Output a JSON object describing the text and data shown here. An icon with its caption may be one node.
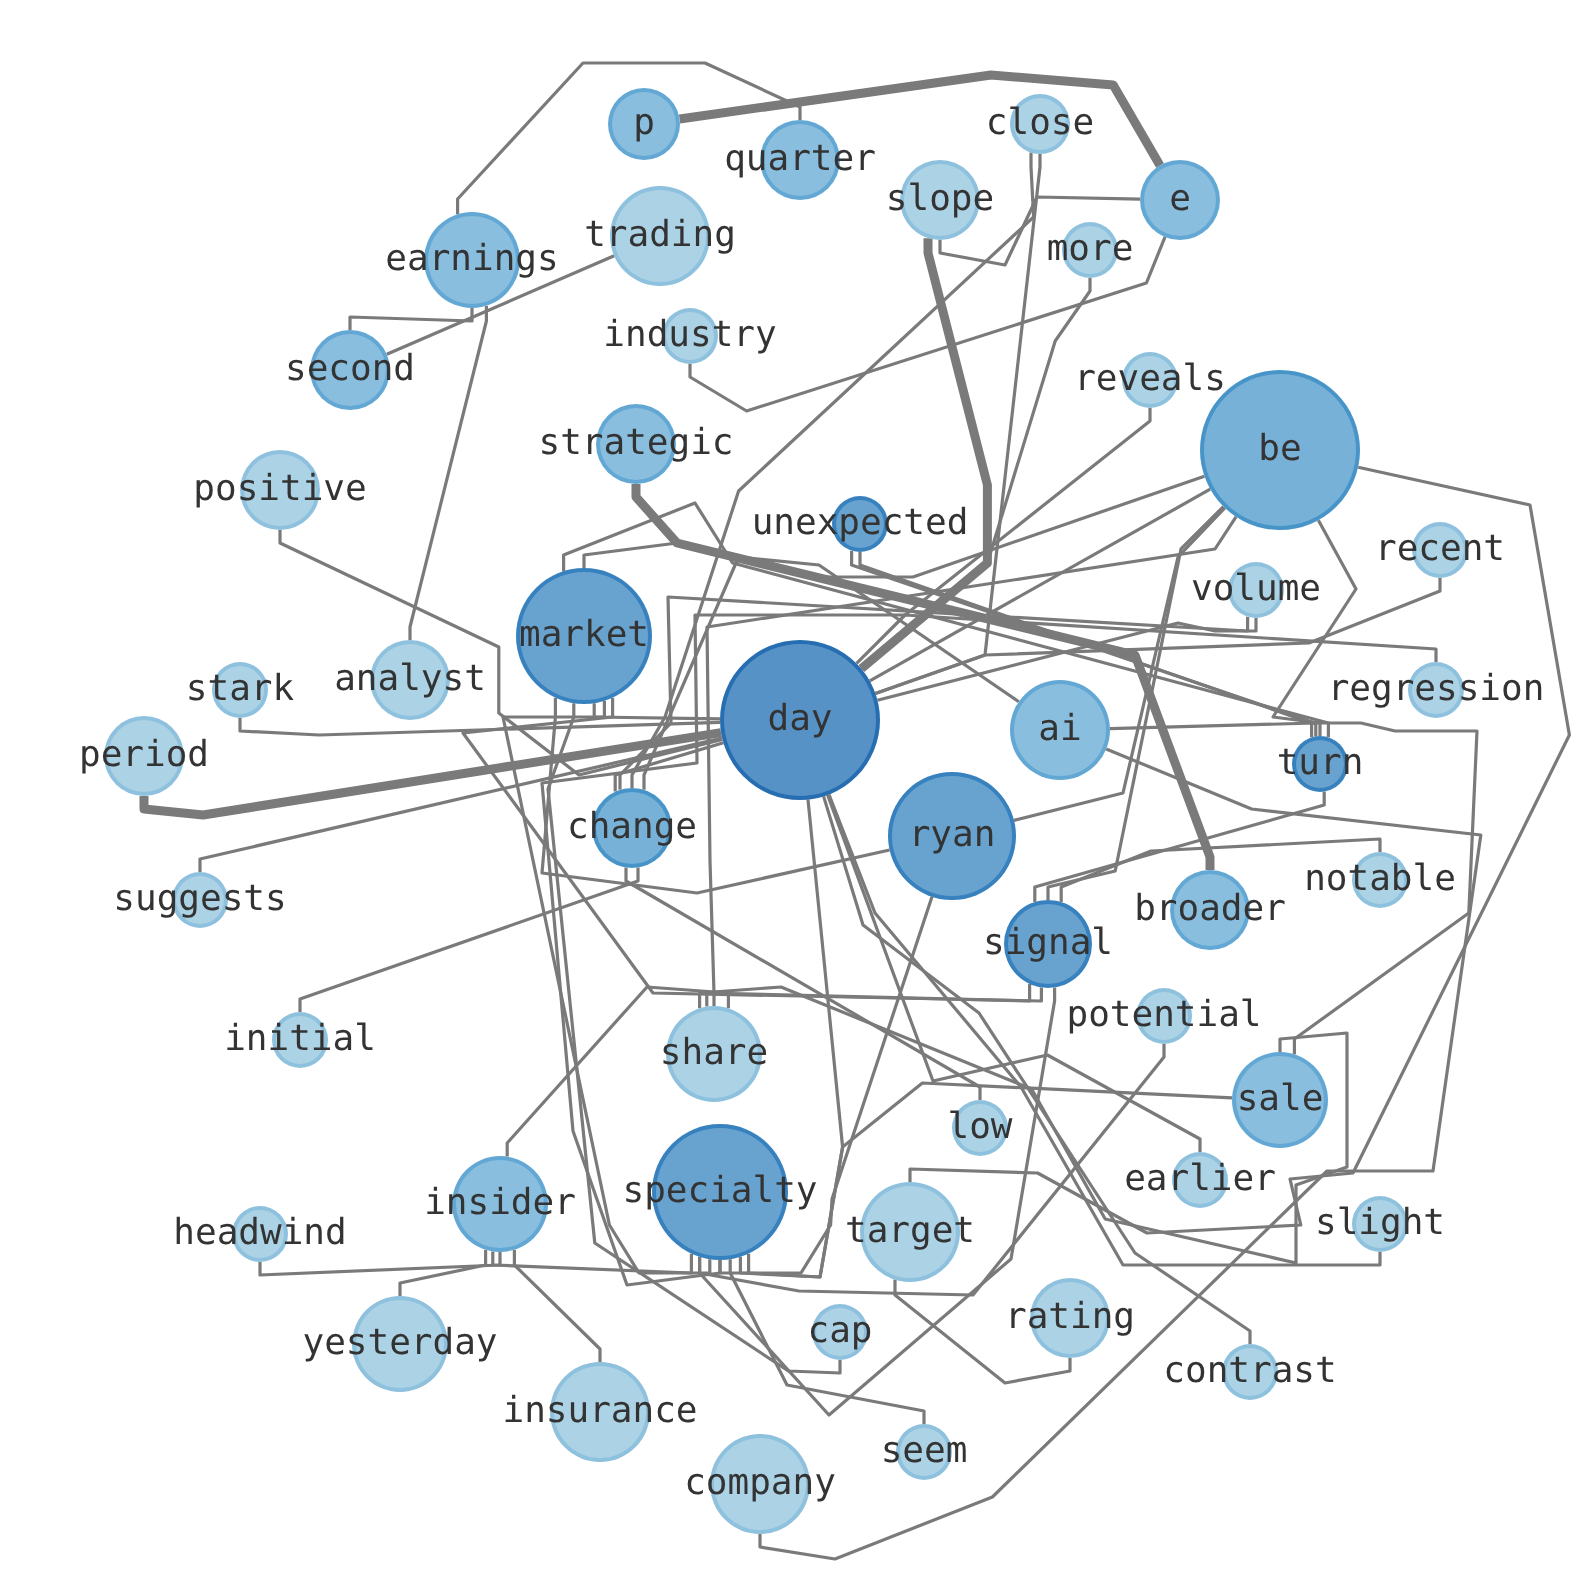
{
  "diagram": {
    "nodes": [
      {
        "text": [
          "p"
        ]
      },
      {
        "text": [
          "close"
        ]
      },
      {
        "text": [
          "quarter"
        ]
      },
      {
        "text": [
          "slope"
        ]
      },
      {
        "text": [
          "e"
        ]
      },
      {
        "text": [
          "trading"
        ]
      },
      {
        "text": [
          "more"
        ]
      },
      {
        "text": [
          "earnings"
        ]
      },
      {
        "text": [
          "industry"
        ]
      },
      {
        "text": [
          "second"
        ]
      },
      {
        "text": [
          "reveals"
        ]
      },
      {
        "text": [
          "strategic"
        ]
      },
      {
        "text": [
          "be"
        ]
      },
      {
        "text": [
          "positive"
        ]
      },
      {
        "text": [
          "unexpected"
        ]
      },
      {
        "text": [
          "recent"
        ]
      },
      {
        "text": [
          "volume"
        ]
      },
      {
        "text": [
          "market"
        ]
      },
      {
        "text": [
          "analyst"
        ]
      },
      {
        "text": [
          "stark"
        ]
      },
      {
        "text": [
          "regression"
        ]
      },
      {
        "text": [
          "day"
        ]
      },
      {
        "text": [
          "ai"
        ]
      },
      {
        "text": [
          "period"
        ]
      },
      {
        "text": [
          "turn"
        ]
      },
      {
        "text": [
          "ryan"
        ]
      },
      {
        "text": [
          "change"
        ]
      },
      {
        "text": [
          "signal"
        ]
      },
      {
        "text": [
          "notable"
        ]
      },
      {
        "text": [
          "suggests"
        ]
      },
      {
        "text": [
          "broader"
        ]
      },
      {
        "text": [
          "potential"
        ]
      },
      {
        "text": [
          "initial"
        ]
      },
      {
        "text": [
          "share"
        ]
      },
      {
        "text": [
          "sale"
        ]
      },
      {
        "text": [
          "low"
        ]
      },
      {
        "text": [
          "earlier"
        ]
      },
      {
        "text": [
          "specialty"
        ]
      },
      {
        "text": [
          "insider"
        ]
      },
      {
        "text": [
          "slight"
        ]
      },
      {
        "text": [
          "target"
        ]
      },
      {
        "text": [
          "headwind"
        ]
      },
      {
        "text": [
          "rating"
        ]
      },
      {
        "text": [
          "cap"
        ]
      },
      {
        "text": [
          "yesterday"
        ]
      },
      {
        "text": [
          "contrast"
        ]
      },
      {
        "text": [
          "insurance"
        ]
      },
      {
        "text": [
          "seem"
        ]
      },
      {
        "text": [
          "company"
        ]
      }
    ],
    "edges": [
      {
        "from": 7,
        "to": 9,
        "arrow": "none"
      },
      {
        "from": 9,
        "to": 5,
        "arrow": "none"
      },
      {
        "from": 7,
        "to": 2,
        "arrow": "none"
      },
      {
        "from": 7,
        "to": 18,
        "arrow": "none"
      },
      {
        "from": 0,
        "to": 4,
        "arrow": "none",
        "style": "thick"
      },
      {
        "from": 3,
        "to": 4,
        "arrow": "none"
      },
      {
        "from": 8,
        "to": 4,
        "arrow": "none"
      },
      {
        "from": 3,
        "to": 21,
        "arrow": "none",
        "style": "thick"
      },
      {
        "from": 1,
        "to": 21,
        "arrow": "none"
      },
      {
        "from": 1,
        "to": 26,
        "arrow": "none"
      },
      {
        "from": 6,
        "to": 21,
        "arrow": "none"
      },
      {
        "from": 10,
        "to": 37,
        "arrow": "none"
      },
      {
        "from": 12,
        "to": 25,
        "arrow": "none"
      },
      {
        "from": 12,
        "to": 27,
        "arrow": "none"
      },
      {
        "from": 12,
        "to": 40,
        "arrow": "none"
      },
      {
        "from": 12,
        "to": 33,
        "arrow": "none"
      },
      {
        "from": 12,
        "to": 24,
        "arrow": "none"
      },
      {
        "from": 17,
        "to": 12,
        "arrow": "none"
      },
      {
        "from": 14,
        "to": 24,
        "arrow": "none"
      },
      {
        "from": 17,
        "to": 24,
        "arrow": "none"
      },
      {
        "from": 15,
        "to": 21,
        "arrow": "none"
      },
      {
        "from": 16,
        "to": 21,
        "arrow": "none"
      },
      {
        "from": 16,
        "to": 26,
        "arrow": "none"
      },
      {
        "from": 20,
        "to": 21,
        "arrow": "none"
      },
      {
        "from": 22,
        "to": 24,
        "arrow": "none"
      },
      {
        "from": 27,
        "to": 24,
        "arrow": "none"
      },
      {
        "from": 22,
        "to": 48,
        "arrow": "none"
      },
      {
        "from": 22,
        "to": 26,
        "arrow": "none"
      },
      {
        "from": 27,
        "to": 28,
        "arrow": "none"
      },
      {
        "from": 11,
        "to": 30,
        "arrow": "none",
        "style": "thick"
      },
      {
        "from": 31,
        "to": 37,
        "arrow": "none"
      },
      {
        "from": 33,
        "to": 34,
        "arrow": "none"
      },
      {
        "from": 37,
        "to": 34,
        "arrow": "none"
      },
      {
        "from": 39,
        "to": 21,
        "arrow": "none"
      },
      {
        "from": 36,
        "to": 21,
        "arrow": "none"
      },
      {
        "from": 45,
        "to": 21,
        "arrow": "none"
      },
      {
        "from": 14,
        "to": 34,
        "arrow": "none"
      },
      {
        "from": 26,
        "to": 35,
        "arrow": "none"
      },
      {
        "from": 40,
        "to": 42,
        "arrow": "none"
      },
      {
        "from": 17,
        "to": 37,
        "arrow": "none"
      },
      {
        "from": 17,
        "to": 43,
        "arrow": "none"
      },
      {
        "from": 47,
        "to": 37,
        "arrow": "none"
      },
      {
        "from": 38,
        "to": 41,
        "arrow": "none"
      },
      {
        "from": 38,
        "to": 44,
        "arrow": "none"
      },
      {
        "from": 38,
        "to": 46,
        "arrow": "none"
      },
      {
        "from": 38,
        "to": 37,
        "arrow": "none"
      },
      {
        "from": 38,
        "to": 33,
        "arrow": "none"
      },
      {
        "from": 32,
        "to": 26,
        "arrow": "none"
      },
      {
        "from": 29,
        "to": 21,
        "arrow": "none"
      },
      {
        "from": 23,
        "to": 21,
        "arrow": "none",
        "style": "thick"
      },
      {
        "from": 19,
        "to": 21,
        "arrow": "none"
      },
      {
        "from": 13,
        "to": 21,
        "arrow": "none"
      },
      {
        "from": 17,
        "to": 21,
        "arrow": "none"
      },
      {
        "from": 17,
        "to": 25,
        "arrow": "none"
      },
      {
        "from": 17,
        "to": 27,
        "arrow": "none"
      },
      {
        "from": 26,
        "to": 21,
        "arrow": "none"
      },
      {
        "from": 37,
        "to": 21,
        "arrow": "none"
      },
      {
        "from": 37,
        "to": 25,
        "arrow": "none"
      },
      {
        "from": 37,
        "to": 27,
        "arrow": "none"
      },
      {
        "from": 33,
        "to": 27,
        "arrow": "none"
      },
      {
        "from": 21,
        "to": 12,
        "arrow": "none"
      }
    ]
  }
}
